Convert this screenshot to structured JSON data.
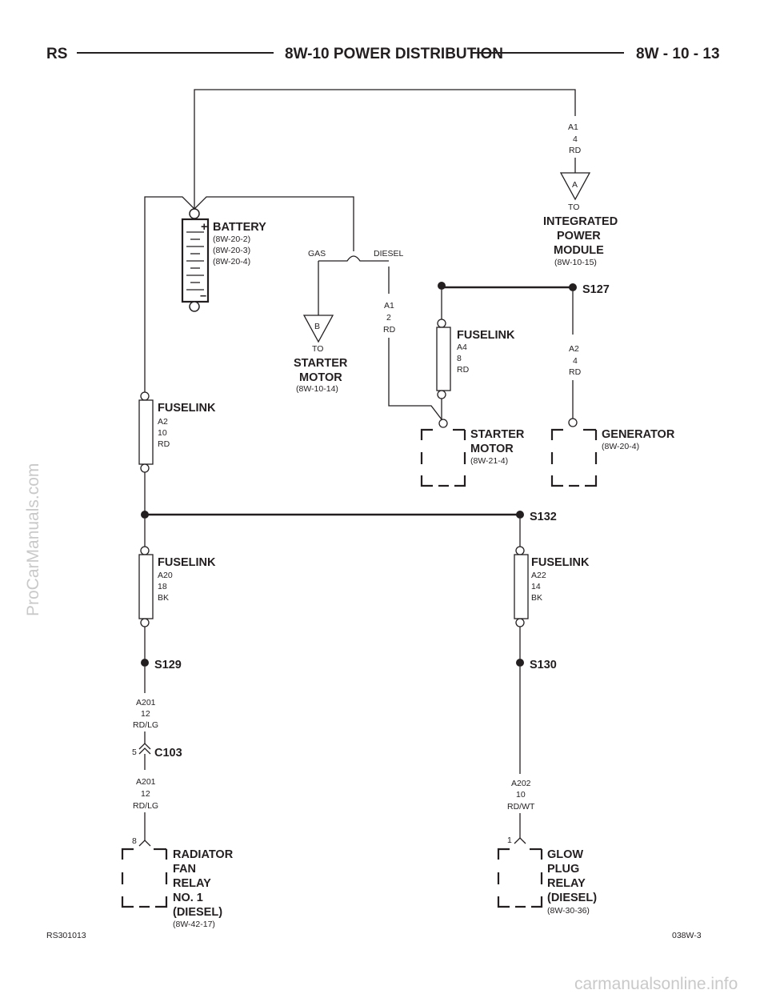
{
  "header": {
    "left": "RS",
    "title": "8W-10 POWER DISTRIBUTION",
    "right": "8W - 10 - 13"
  },
  "battery": {
    "label": "BATTERY",
    "refs": [
      "(8W-20-2)",
      "(8W-20-3)",
      "(8W-20-4)"
    ],
    "plus": "+",
    "minus": "–"
  },
  "engine_variants": {
    "gas": "GAS",
    "diesel": "DIESEL"
  },
  "wire_a1_ipm": [
    "A1",
    "4",
    "RD"
  ],
  "wire_a1_diesel": [
    "A1",
    "2",
    "RD"
  ],
  "wire_a2_gen": [
    "A2",
    "4",
    "RD"
  ],
  "connector_a": {
    "letter": "A",
    "to": "TO",
    "name": [
      "INTEGRATED",
      "POWER",
      "MODULE"
    ],
    "ref": "(8W-10-15)"
  },
  "connector_b": {
    "letter": "B",
    "to": "TO",
    "name": [
      "STARTER",
      "MOTOR"
    ],
    "ref": "(8W-10-14)"
  },
  "splices": {
    "s127": "S127",
    "s132": "S132",
    "s129": "S129",
    "s130": "S130"
  },
  "fuselinks": {
    "a4": {
      "label": "FUSELINK",
      "lines": [
        "A4",
        "8",
        "RD"
      ]
    },
    "a2": {
      "label": "FUSELINK",
      "lines": [
        "A2",
        "10",
        "RD"
      ]
    },
    "a20": {
      "label": "FUSELINK",
      "lines": [
        "A20",
        "18",
        "BK"
      ]
    },
    "a22": {
      "label": "FUSELINK",
      "lines": [
        "A22",
        "14",
        "BK"
      ]
    }
  },
  "starter_motor": {
    "name": [
      "STARTER",
      "MOTOR"
    ],
    "ref": "(8W-21-4)"
  },
  "generator": {
    "name": "GENERATOR",
    "ref": "(8W-20-4)"
  },
  "wire_a201_upper": [
    "A201",
    "12",
    "RD/LG"
  ],
  "wire_a201_lower": [
    "A201",
    "12",
    "RD/LG"
  ],
  "wire_a202": [
    "A202",
    "10",
    "RD/WT"
  ],
  "connector_c103": {
    "name": "C103",
    "pin": "5"
  },
  "radiator_relay": {
    "pin": "8",
    "name": [
      "RADIATOR",
      "FAN",
      "RELAY",
      "NO. 1",
      "(DIESEL)"
    ],
    "ref": "(8W-42-17)"
  },
  "glow_relay": {
    "pin": "1",
    "name": [
      "GLOW",
      "PLUG",
      "RELAY",
      "(DIESEL)"
    ],
    "ref": "(8W-30-36)"
  },
  "footer": {
    "left": "RS301013",
    "right": "038W-3"
  },
  "watermarks": {
    "side": "ProCarManuals.com",
    "bottom": "carmanualsonline.info"
  }
}
